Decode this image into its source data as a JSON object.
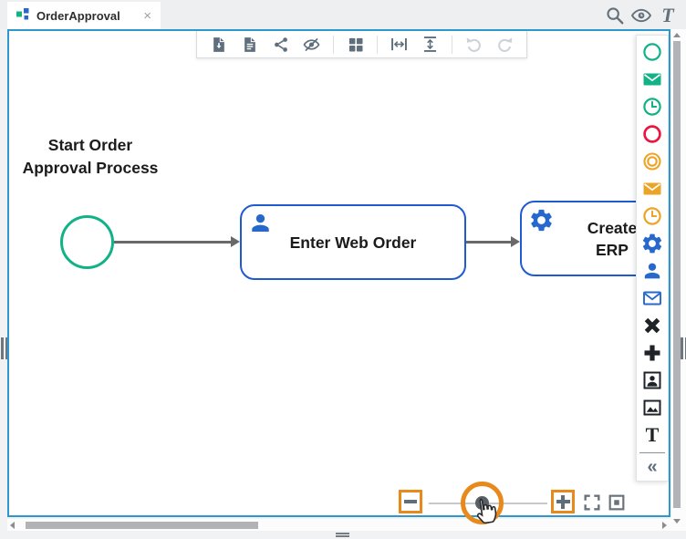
{
  "tab": {
    "title": "OrderApproval",
    "close_label": "×"
  },
  "topbar": {
    "icons": [
      "search",
      "preview-eye",
      "text-style"
    ],
    "text_style_glyph": "T"
  },
  "toolbar": {
    "icons": [
      "export-document",
      "document-properties",
      "share",
      "hide-preview",
      "grid-layout",
      "resize-width",
      "resize-height",
      "undo",
      "redo"
    ]
  },
  "diagram": {
    "start_label": {
      "line1": "Start Order",
      "line2": "Approval Process"
    },
    "start_event_type": "start-event-circle",
    "tasks": [
      {
        "type": "user-task",
        "label": "Enter Web Order"
      },
      {
        "type": "service-task",
        "label_line1": "Create",
        "label_line2": "ERP"
      }
    ]
  },
  "palette": {
    "items": [
      "start-event",
      "message-start-event",
      "timer-start-event",
      "end-event",
      "intermediate-event",
      "message-intermediate-event",
      "timer-intermediate-event",
      "service-task",
      "user-task",
      "message-task",
      "terminate-x",
      "add-plus",
      "user-image",
      "image",
      "text"
    ],
    "text_glyph": "T",
    "collapse_glyph": "«"
  },
  "zoom_controls": {
    "items": [
      "zoom-out",
      "zoom-slider",
      "zoom-in",
      "fullscreen",
      "fit-view"
    ],
    "slider_position_pct": 44,
    "highlighted": [
      "zoom-out",
      "zoom-slider-handle",
      "zoom-in"
    ]
  },
  "colors": {
    "canvas_border": "#2e97cd",
    "teal": "#12b287",
    "red": "#e91740",
    "orange": "#eca426",
    "task_blue": "#1e5bd0",
    "icon_blue": "#2668cc",
    "icon_gray": "#5f6e7d",
    "highlight_orange": "#e8891c"
  }
}
